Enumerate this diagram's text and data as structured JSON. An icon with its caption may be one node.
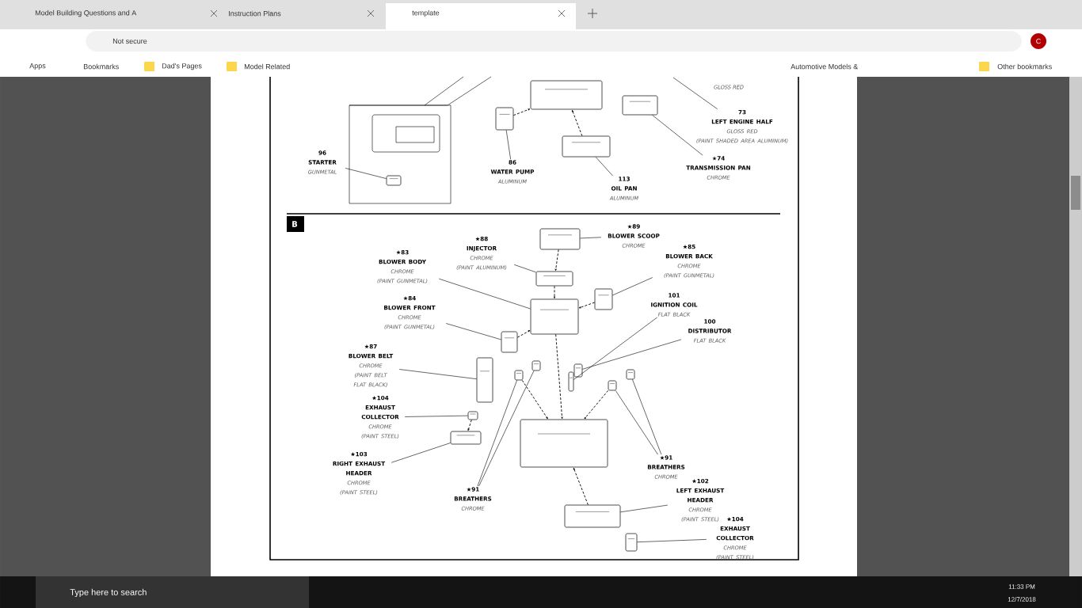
{
  "diagram": {
    "nodes": [
      {
        "text": [
          "96",
          "STARTER",
          "GUNMETAL"
        ]
      },
      {
        "text": [],
        "shape": "picture"
      },
      {
        "text": [
          "86",
          "WATER PUMP",
          "ALUMINUM"
        ]
      },
      {
        "text": [],
        "shape": "picture"
      },
      {
        "text": [
          "113",
          "OIL PAN",
          "ALUMINUM"
        ]
      },
      {
        "text": [],
        "shape": "picture"
      },
      {
        "text": [
          "★74",
          "TRANSMISSION PAN",
          "CHROME"
        ]
      },
      {
        "text": [],
        "shape": "picture"
      },
      {
        "text": [
          "73",
          "LEFT ENGINE HALF",
          "GLOSS RED",
          "(PAINT SHADED AREA ALUMINUM)"
        ]
      },
      {
        "text": [],
        "shape": "picture"
      },
      {
        "text": [
          "★88",
          "INJECTOR",
          "CHROME",
          "(PAINT ALUMINUM)"
        ]
      },
      {
        "text": [],
        "shape": "picture"
      },
      {
        "text": [
          "★89",
          "BLOWER SCOOP",
          "CHROME"
        ]
      },
      {
        "text": [],
        "shape": "picture"
      },
      {
        "text": [
          "★83",
          "BLOWER BODY",
          "CHROME",
          "(PAINT GUNMETAL)"
        ]
      },
      {
        "text": [],
        "shape": "picture"
      },
      {
        "text": [
          "★85",
          "BLOWER BACK",
          "CHROME",
          "(PAINT GUNMETAL)"
        ]
      },
      {
        "text": [],
        "shape": "picture"
      },
      {
        "text": [
          "★84",
          "BLOWER FRONT",
          "CHROME",
          "(PAINT GUNMETAL)"
        ]
      },
      {
        "text": [],
        "shape": "picture"
      },
      {
        "text": [
          "101",
          "IGNITION COIL",
          "FLAT BLACK"
        ]
      },
      {
        "text": [],
        "shape": "picture"
      },
      {
        "text": [
          "100",
          "DISTRIBUTOR",
          "FLAT BLACK"
        ]
      },
      {
        "text": [],
        "shape": "picture"
      },
      {
        "text": [
          "★87",
          "BLOWER BELT",
          "CHROME",
          "(PAINT BELT FLAT BLACK)"
        ]
      },
      {
        "text": [],
        "shape": "picture"
      },
      {
        "text": [
          "★104",
          "EXHAUST COLLECTOR",
          "CHROME",
          "(PAINT STEEL)"
        ]
      },
      {
        "text": [],
        "shape": "picture"
      },
      {
        "text": [
          "★103",
          "RIGHT EXHAUST HEADER",
          "CHROME",
          "(PAINT STEEL)"
        ]
      },
      {
        "text": [],
        "shape": "picture"
      },
      {
        "text": [
          "★91",
          "BREATHERS",
          "CHROME"
        ]
      },
      {
        "text": [],
        "shape": "picture"
      },
      {
        "text": [],
        "shape": "picture"
      },
      {
        "text": [],
        "shape": "picture"
      },
      {
        "text": [
          "★91",
          "BREATHERS",
          "CHROME"
        ]
      },
      {
        "text": [],
        "shape": "picture"
      },
      {
        "text": [],
        "shape": "picture"
      },
      {
        "text": [
          "★102",
          "LEFT EXHAUST HEADER",
          "CHROME",
          "(PAINT STEEL)"
        ]
      },
      {
        "text": [],
        "shape": "picture"
      },
      {
        "text": [
          "★104",
          "EXHAUST COLLECTOR",
          "CHROME",
          "(PAINT STEEL)"
        ]
      },
      {
        "text": [],
        "shape": "picture"
      }
    ],
    "edges": [
      {
        "from": 0,
        "to": 1,
        "arrow": "none"
      },
      {
        "from": 2,
        "to": 3,
        "arrow": "none"
      },
      {
        "from": 4,
        "to": 5,
        "arrow": "none"
      },
      {
        "from": 6,
        "to": 7,
        "arrow": "none"
      },
      {
        "from": 8,
        "to": null,
        "arrow": "none"
      },
      {
        "from": 3,
        "to": 9,
        "arrow": "to",
        "style": "dashed"
      },
      {
        "from": 5,
        "to": 9,
        "arrow": "to",
        "style": "dashed"
      },
      {
        "from": 10,
        "to": 11,
        "arrow": "none"
      },
      {
        "from": 12,
        "to": 13,
        "arrow": "none"
      },
      {
        "from": 14,
        "to": 15,
        "arrow": "none"
      },
      {
        "from": 16,
        "to": 17,
        "arrow": "none"
      },
      {
        "from": 18,
        "to": 19,
        "arrow": "none"
      },
      {
        "from": 20,
        "to": 21,
        "arrow": "none"
      },
      {
        "from": 22,
        "to": 23,
        "arrow": "none"
      },
      {
        "from": 24,
        "to": 25,
        "arrow": "none"
      },
      {
        "from": 26,
        "to": 27,
        "arrow": "none"
      },
      {
        "from": 28,
        "to": 29,
        "arrow": "none"
      },
      {
        "from": 30,
        "to": 31,
        "arrow": "none"
      },
      {
        "from": 30,
        "to": 32,
        "arrow": "none"
      },
      {
        "from": 34,
        "to": 35,
        "arrow": "none"
      },
      {
        "from": 34,
        "to": 36,
        "arrow": "none"
      },
      {
        "from": 37,
        "to": 38,
        "arrow": "none"
      },
      {
        "from": 39,
        "to": 40,
        "arrow": "none"
      },
      {
        "from": 13,
        "to": 11,
        "arrow": "to",
        "style": "dashed"
      },
      {
        "from": 11,
        "to": 15,
        "arrow": "to",
        "style": "dashed"
      },
      {
        "from": 17,
        "to": 15,
        "arrow": "to",
        "style": "dashed"
      },
      {
        "from": 19,
        "to": 15,
        "arrow": "to",
        "style": "dashed"
      },
      {
        "from": 15,
        "to": 33,
        "arrow": "to",
        "style": "dashed"
      },
      {
        "from": 38,
        "to": 33,
        "arrow": "to",
        "style": "dashed"
      },
      {
        "from": 31,
        "to": 33,
        "arrow": "to",
        "style": "dashed"
      },
      {
        "from": 35,
        "to": 33,
        "arrow": "to",
        "style": "dashed"
      },
      {
        "from": 27,
        "to": 29,
        "arrow": "to",
        "style": "dashed"
      }
    ],
    "labels": [
      "Model Building Questions and A",
      "Instruction Plans",
      "template",
      "Not secure",
      "C",
      "Apps",
      "Bookmarks",
      "Dad's Pages",
      "Model Related",
      "Automotive Models &",
      "Other bookmarks",
      "GLOSS RED",
      "B",
      "Type here to search",
      "11:33 PM",
      "12/7/2018"
    ]
  }
}
